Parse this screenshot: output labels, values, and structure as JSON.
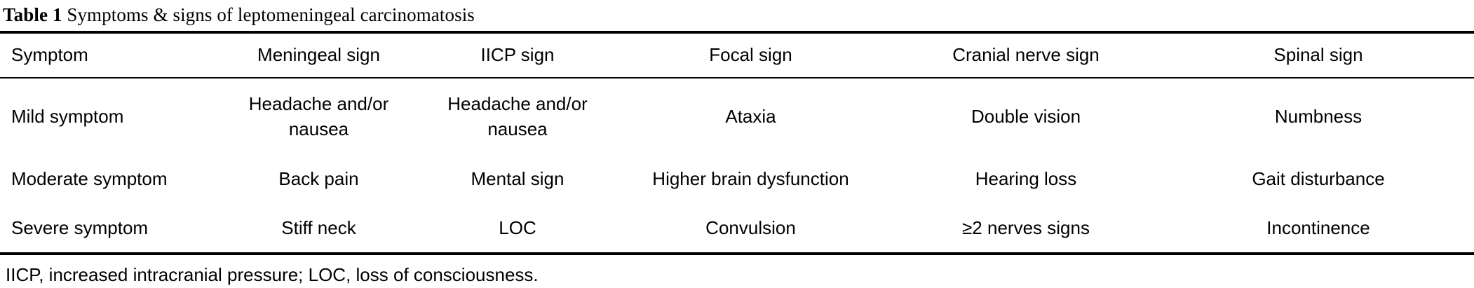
{
  "caption": {
    "label": "Table 1",
    "text": " Symptoms & signs of leptomeningeal carcinomatosis"
  },
  "table": {
    "columns": [
      "Symptom",
      "Meningeal sign",
      "IICP sign",
      "Focal sign",
      "Cranial nerve sign",
      "Spinal sign"
    ],
    "rows": [
      {
        "symptom": "Mild symptom",
        "meningeal_sign_line1": "Headache and/or",
        "meningeal_sign_line2": "nausea",
        "iicp_sign_line1": "Headache and/or",
        "iicp_sign_line2": "nausea",
        "focal_sign": "Ataxia",
        "cranial_nerve_sign": "Double vision",
        "spinal_sign": "Numbness"
      },
      {
        "symptom": "Moderate symptom",
        "meningeal_sign": "Back pain",
        "iicp_sign": "Mental sign",
        "focal_sign": "Higher brain dysfunction",
        "cranial_nerve_sign": "Hearing loss",
        "spinal_sign": "Gait disturbance"
      },
      {
        "symptom": "Severe symptom",
        "meningeal_sign": "Stiff neck",
        "iicp_sign": "LOC",
        "focal_sign": "Convulsion",
        "cranial_nerve_sign": "≥2 nerves signs",
        "spinal_sign": "Incontinence"
      }
    ]
  },
  "footnote": "IICP, increased intracranial pressure; LOC, loss of consciousness."
}
